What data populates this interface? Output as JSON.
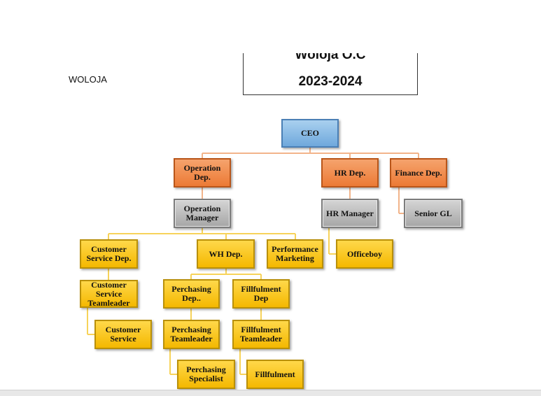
{
  "header": {
    "company": "WOLOJA",
    "title_line1": "Woloja O.C",
    "title_line2": "2023-2024"
  },
  "nodes": {
    "ceo": "CEO",
    "operation_dep": "Operation Dep.",
    "hr_dep": "HR Dep.",
    "finance_dep": "Finance Dep.",
    "operation_manager": "Operation Manager",
    "hr_manager": "HR Manager",
    "senior_gl": "Senior GL",
    "customer_service_dep": "Customer Service Dep.",
    "wh_dep": "WH Dep.",
    "performance_marketing": "Performance Marketing",
    "officeboy": "Officeboy",
    "customer_service_teamleader": "Customer Service Teamleader",
    "perchasing_dep": "Perchasing Dep..",
    "fillfulment_dep": "Fillfulment Dep",
    "customer_service": "Customer Service",
    "perchasing_teamleader": "Perchasing Teamleader",
    "fillfulment_teamleader": "Fillfulment Teamleader",
    "perchasing_specialist": "Perchasing Specialist",
    "fillfulment": "Fillfulment"
  },
  "colors": {
    "ceo": "#6fa8dc",
    "department": "#ec7a35",
    "manager": "#a6a6a6",
    "staff": "#f4b800",
    "connector_orange": "#f2b48a",
    "connector_yellow": "#f7d35a"
  }
}
